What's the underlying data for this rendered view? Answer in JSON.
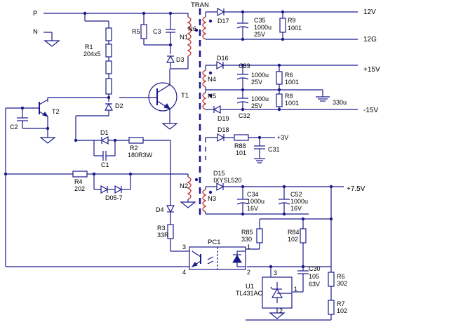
{
  "nodes": {
    "P": "P",
    "N": "N",
    "TRAN": "TRAN"
  },
  "rails": {
    "out_12V": "12V",
    "out_12G": "12G",
    "out_p15V": "+15V",
    "out_m15V": "-15V",
    "out_3V": "+3V",
    "out_7v5": "+7.5V",
    "gnd_330u": "330u"
  },
  "windings": {
    "N1": "N1",
    "N2": "N2",
    "N3": "N3",
    "N4": "N4",
    "N5": "N5",
    "N6": "N6"
  },
  "components": {
    "R1": {
      "ref": "R1",
      "val": "204x5"
    },
    "R2": {
      "ref": "R2",
      "val": "180R3W"
    },
    "R3": {
      "ref": "R3",
      "val": "33R"
    },
    "R4": {
      "ref": "R4",
      "val": "202"
    },
    "R5": {
      "ref": "R5"
    },
    "R6": {
      "ref": "R6",
      "val": "1001"
    },
    "R7": {
      "ref": "R7",
      "val": "102"
    },
    "R8": {
      "ref": "R8",
      "val": "1001"
    },
    "R9": {
      "ref": "R9",
      "val": "1001"
    },
    "R6b": {
      "ref": "R6",
      "val": "302"
    },
    "R84": {
      "ref": "R84",
      "val": "102"
    },
    "R85": {
      "ref": "R85",
      "val": "330"
    },
    "R88": {
      "ref": "R88",
      "val": "101"
    },
    "C1": {
      "ref": "C1"
    },
    "C2": {
      "ref": "C2"
    },
    "C3": {
      "ref": "C3"
    },
    "C30": {
      "ref": "C30",
      "val": "105",
      "volt": "63V"
    },
    "C31": {
      "ref": "C31"
    },
    "C32": {
      "ref": "C32",
      "val": "1000u",
      "volt": "25V"
    },
    "C33": {
      "ref": "C33",
      "val": "1000u",
      "volt": "25V"
    },
    "C34": {
      "ref": "C34",
      "val": "1000u",
      "volt": "16V"
    },
    "C35": {
      "ref": "C35",
      "val": "1000u",
      "volt": "25V"
    },
    "C52": {
      "ref": "C52",
      "val": "1000u",
      "volt": "16V"
    },
    "D1": {
      "ref": "D1"
    },
    "D2": {
      "ref": "D2"
    },
    "D3": {
      "ref": "D3"
    },
    "D4": {
      "ref": "D4"
    },
    "D5_7": {
      "ref": "D05-7"
    },
    "D15": {
      "ref": "D15",
      "val": "IXYSL520"
    },
    "D16": {
      "ref": "D16"
    },
    "D17": {
      "ref": "D17"
    },
    "D18": {
      "ref": "D18"
    },
    "D19": {
      "ref": "D19"
    },
    "T1": {
      "ref": "T1"
    },
    "T2": {
      "ref": "T2"
    },
    "PC1": {
      "ref": "PC1"
    },
    "U1": {
      "ref": "U1",
      "val": "TL431AC"
    }
  },
  "pins": {
    "pc_3": "3",
    "pc_4": "4",
    "pc_1": "1",
    "pc_2": "2",
    "u_1": "1",
    "u_2": "2",
    "u_3": "3"
  },
  "colors": {
    "wire": "#1a1a8c",
    "winding": "#c03030"
  }
}
